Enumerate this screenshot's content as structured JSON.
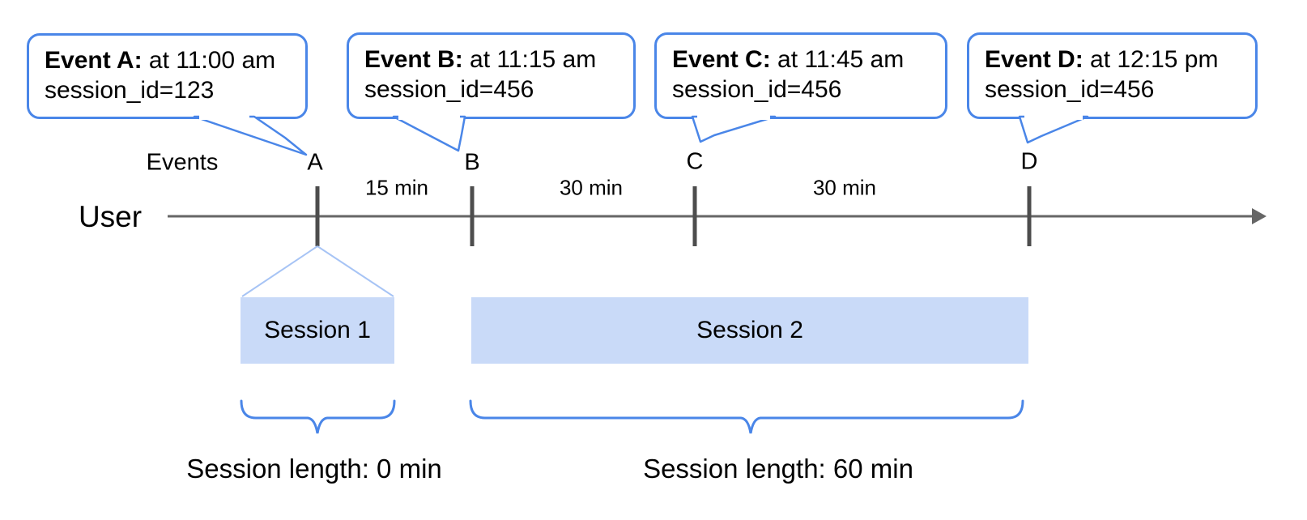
{
  "callouts": [
    {
      "event": "Event A:",
      "time": " at 11:00 am",
      "session_id": "session_id=123"
    },
    {
      "event": "Event B:",
      "time": " at 11:15 am",
      "session_id": "session_id=456"
    },
    {
      "event": "Event C:",
      "time": " at 11:45 am",
      "session_id": "session_id=456"
    },
    {
      "event": "Event D:",
      "time": " at 12:15 pm",
      "session_id": "session_id=456"
    }
  ],
  "timeline": {
    "events_label": "Events",
    "user_label": "User",
    "markers": [
      "A",
      "B",
      "C",
      "D"
    ],
    "intervals": [
      "15 min",
      "30 min",
      "30 min"
    ]
  },
  "sessions": [
    {
      "label": "Session 1",
      "length_label": "Session length: 0 min"
    },
    {
      "label": "Session 2",
      "length_label": "Session length: 60 min"
    }
  ],
  "colors": {
    "accent_blue": "#4a86e8",
    "funnel_light_blue": "#a7c4f5",
    "session_fill": "#c9daf8",
    "timeline_gray": "#666666",
    "tick_gray": "#4d4d4d",
    "text": "#000000",
    "background": "#ffffff"
  }
}
